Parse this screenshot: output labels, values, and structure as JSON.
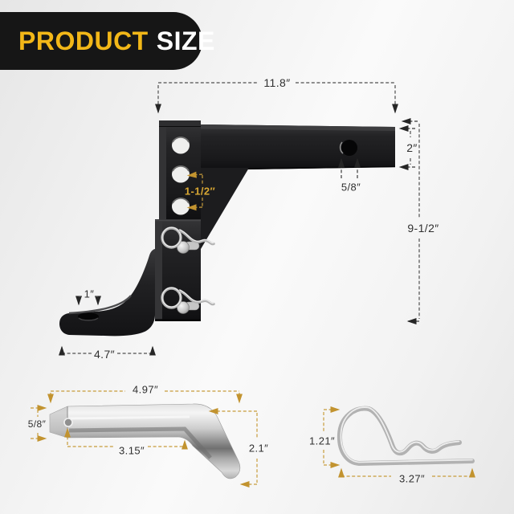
{
  "title": {
    "word1": "PRODUCT",
    "word2": "SIZE"
  },
  "colors": {
    "accent_yellow": "#F2B718",
    "banner_black": "#161616",
    "dim_line_dark": "#4f4f4f",
    "dim_line_gold": "#C79C3B",
    "gold_label": "#D8A733",
    "metal_black": "#1e1e20",
    "chrome_silver": "#c9c9c9"
  },
  "main_diagram": {
    "item": "adjustable trailer hitch ball mount",
    "dims": {
      "overall_length": "11.8″",
      "shank_height": "2″",
      "pin_hole": "5/8″",
      "hole_spacing": "1-1/2″",
      "overall_height": "9-1/2″",
      "ball_hole": "1″",
      "mount_length": "4.7″"
    }
  },
  "pin_diagram": {
    "item": "hitch pin",
    "dims": {
      "overall_length": "4.97″",
      "diameter": "5/8″",
      "usable_length": "3.15″",
      "bend_drop": "2.1″"
    }
  },
  "clip_diagram": {
    "item": "R-clip",
    "dims": {
      "height": "1.21″",
      "length": "3.27″"
    }
  }
}
